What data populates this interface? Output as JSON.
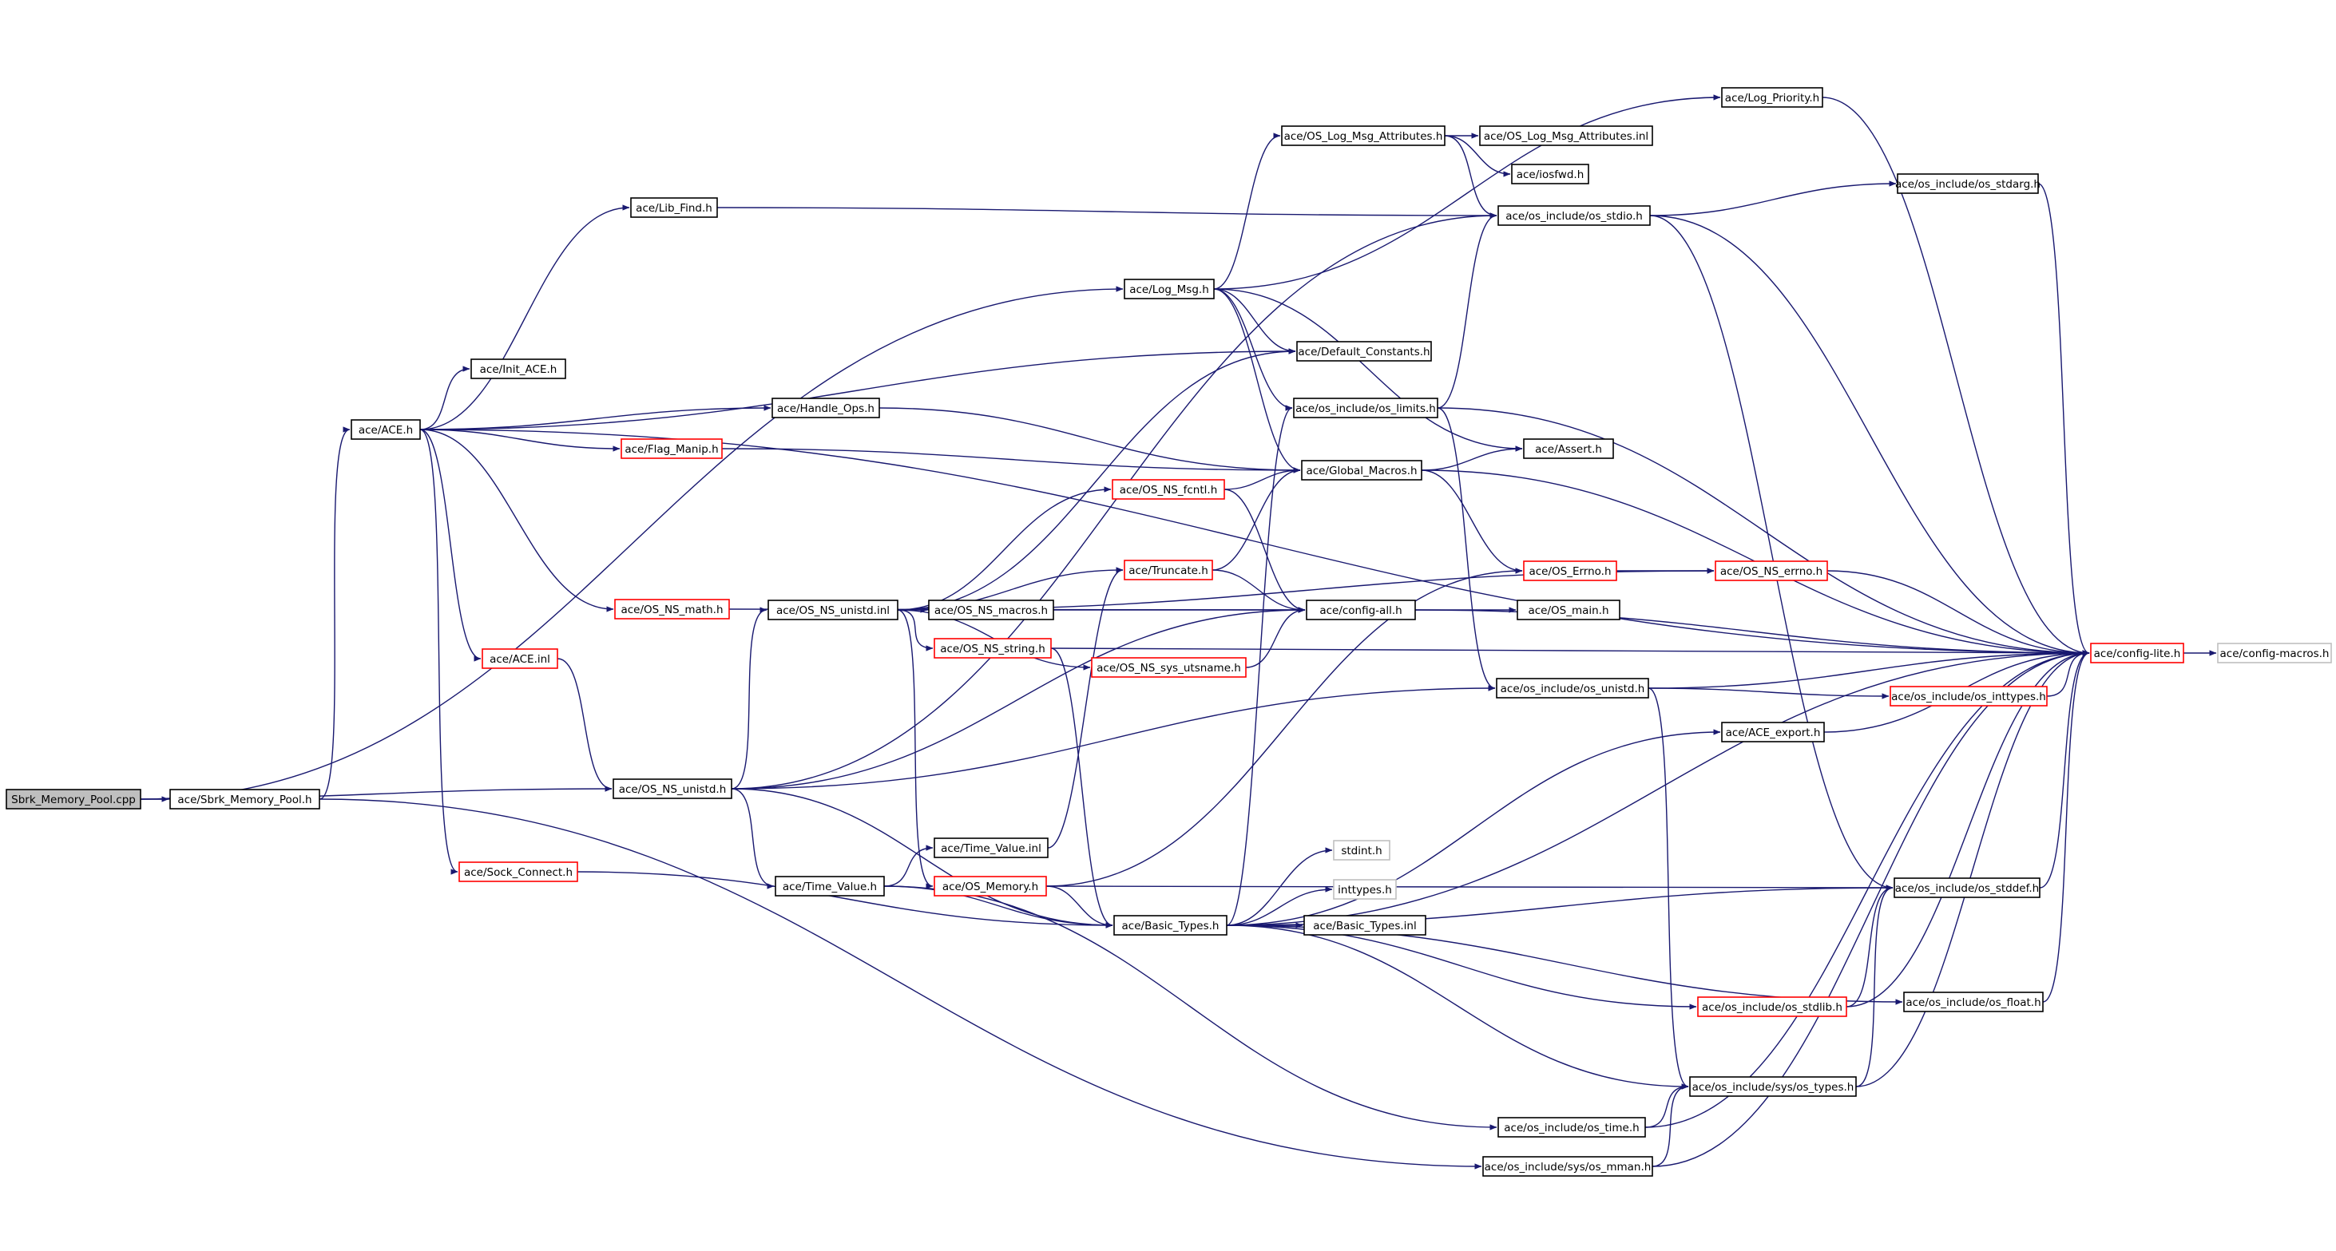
{
  "diagram": {
    "arrow_color": "#191970",
    "nodes": [
      {
        "id": "root",
        "label": "Sbrk_Memory_Pool.cpp",
        "style": "root"
      },
      {
        "id": "sbrk_h",
        "label": "ace/Sbrk_Memory_Pool.h",
        "style": "normal"
      },
      {
        "id": "ace_h",
        "label": "ace/ACE.h",
        "style": "normal"
      },
      {
        "id": "lib_find",
        "label": "ace/Lib_Find.h",
        "style": "normal"
      },
      {
        "id": "init_ace",
        "label": "ace/Init_ACE.h",
        "style": "normal"
      },
      {
        "id": "handle_ops",
        "label": "ace/Handle_Ops.h",
        "style": "normal"
      },
      {
        "id": "flag_manip",
        "label": "ace/Flag_Manip.h",
        "style": "truncated"
      },
      {
        "id": "os_ns_math",
        "label": "ace/OS_NS_math.h",
        "style": "truncated"
      },
      {
        "id": "ace_inl",
        "label": "ace/ACE.inl",
        "style": "truncated"
      },
      {
        "id": "os_ns_unistd_h",
        "label": "ace/OS_NS_unistd.h",
        "style": "normal"
      },
      {
        "id": "sock_connect",
        "label": "ace/Sock_Connect.h",
        "style": "truncated"
      },
      {
        "id": "os_ns_unistd_inl",
        "label": "ace/OS_NS_unistd.inl",
        "style": "normal"
      },
      {
        "id": "time_value_h",
        "label": "ace/Time_Value.h",
        "style": "normal"
      },
      {
        "id": "os_ns_macros",
        "label": "ace/OS_NS_macros.h",
        "style": "normal"
      },
      {
        "id": "os_ns_string",
        "label": "ace/OS_NS_string.h",
        "style": "truncated"
      },
      {
        "id": "time_value_inl",
        "label": "ace/Time_Value.inl",
        "style": "normal"
      },
      {
        "id": "os_memory",
        "label": "ace/OS_Memory.h",
        "style": "truncated"
      },
      {
        "id": "log_msg",
        "label": "ace/Log_Msg.h",
        "style": "normal"
      },
      {
        "id": "os_ns_fcntl",
        "label": "ace/OS_NS_fcntl.h",
        "style": "truncated"
      },
      {
        "id": "truncate",
        "label": "ace/Truncate.h",
        "style": "truncated"
      },
      {
        "id": "os_ns_sys_utsname",
        "label": "ace/OS_NS_sys_utsname.h",
        "style": "truncated"
      },
      {
        "id": "basic_types",
        "label": "ace/Basic_Types.h",
        "style": "normal"
      },
      {
        "id": "os_log_msg_attr_h",
        "label": "ace/OS_Log_Msg_Attributes.h",
        "style": "normal"
      },
      {
        "id": "default_constants",
        "label": "ace/Default_Constants.h",
        "style": "normal"
      },
      {
        "id": "os_limits",
        "label": "ace/os_include/os_limits.h",
        "style": "normal"
      },
      {
        "id": "global_macros",
        "label": "ace/Global_Macros.h",
        "style": "normal"
      },
      {
        "id": "config_all",
        "label": "ace/config-all.h",
        "style": "normal"
      },
      {
        "id": "stdint",
        "label": "stdint.h",
        "style": "external"
      },
      {
        "id": "inttypes",
        "label": "inttypes.h",
        "style": "external"
      },
      {
        "id": "basic_types_inl",
        "label": "ace/Basic_Types.inl",
        "style": "normal"
      },
      {
        "id": "os_log_msg_attr_inl",
        "label": "ace/OS_Log_Msg_Attributes.inl",
        "style": "normal"
      },
      {
        "id": "iosfwd",
        "label": "ace/iosfwd.h",
        "style": "normal"
      },
      {
        "id": "os_stdio",
        "label": "ace/os_include/os_stdio.h",
        "style": "normal"
      },
      {
        "id": "assert",
        "label": "ace/Assert.h",
        "style": "normal"
      },
      {
        "id": "os_errno_cap",
        "label": "ace/OS_Errno.h",
        "style": "truncated"
      },
      {
        "id": "os_main",
        "label": "ace/OS_main.h",
        "style": "normal"
      },
      {
        "id": "os_unistd",
        "label": "ace/os_include/os_unistd.h",
        "style": "normal"
      },
      {
        "id": "ace_export",
        "label": "ace/ACE_export.h",
        "style": "normal"
      },
      {
        "id": "os_stdlib",
        "label": "ace/os_include/os_stdlib.h",
        "style": "truncated"
      },
      {
        "id": "os_types",
        "label": "ace/os_include/sys/os_types.h",
        "style": "normal"
      },
      {
        "id": "os_time",
        "label": "ace/os_include/os_time.h",
        "style": "normal"
      },
      {
        "id": "os_mman",
        "label": "ace/os_include/sys/os_mman.h",
        "style": "normal"
      },
      {
        "id": "log_priority",
        "label": "ace/Log_Priority.h",
        "style": "normal"
      },
      {
        "id": "os_stdarg",
        "label": "ace/os_include/os_stdarg.h",
        "style": "normal"
      },
      {
        "id": "os_ns_errno",
        "label": "ace/OS_NS_errno.h",
        "style": "truncated"
      },
      {
        "id": "os_inttypes",
        "label": "ace/os_include/os_inttypes.h",
        "style": "truncated"
      },
      {
        "id": "os_stddef",
        "label": "ace/os_include/os_stddef.h",
        "style": "normal"
      },
      {
        "id": "os_float",
        "label": "ace/os_include/os_float.h",
        "style": "normal"
      },
      {
        "id": "config_lite",
        "label": "ace/config-lite.h",
        "style": "truncated"
      },
      {
        "id": "config_macros",
        "label": "ace/config-macros.h",
        "style": "external"
      }
    ],
    "edges": [
      [
        "root",
        "sbrk_h"
      ],
      [
        "root",
        "log_msg"
      ],
      [
        "root",
        "os_ns_unistd_h"
      ],
      [
        "sbrk_h",
        "ace_h"
      ],
      [
        "sbrk_h",
        "os_mman"
      ],
      [
        "ace_h",
        "lib_find"
      ],
      [
        "ace_h",
        "init_ace"
      ],
      [
        "ace_h",
        "handle_ops"
      ],
      [
        "ace_h",
        "flag_manip"
      ],
      [
        "ace_h",
        "os_ns_math"
      ],
      [
        "ace_h",
        "ace_inl"
      ],
      [
        "ace_h",
        "sock_connect"
      ],
      [
        "ace_h",
        "default_constants"
      ],
      [
        "ace_h",
        "config_lite"
      ],
      [
        "lib_find",
        "os_stdio"
      ],
      [
        "handle_ops",
        "global_macros"
      ],
      [
        "flag_manip",
        "global_macros"
      ],
      [
        "os_ns_math",
        "config_all"
      ],
      [
        "ace_inl",
        "os_ns_unistd_h"
      ],
      [
        "os_ns_unistd_h",
        "os_ns_unistd_inl"
      ],
      [
        "os_ns_unistd_h",
        "time_value_h"
      ],
      [
        "os_ns_unistd_h",
        "basic_types"
      ],
      [
        "os_ns_unistd_h",
        "config_all"
      ],
      [
        "os_ns_unistd_h",
        "os_unistd"
      ],
      [
        "os_ns_unistd_h",
        "os_stdio"
      ],
      [
        "sock_connect",
        "basic_types"
      ],
      [
        "os_ns_unistd_inl",
        "os_ns_macros"
      ],
      [
        "os_ns_unistd_inl",
        "os_ns_string"
      ],
      [
        "os_ns_unistd_inl",
        "os_memory"
      ],
      [
        "os_ns_unistd_inl",
        "os_ns_fcntl"
      ],
      [
        "os_ns_unistd_inl",
        "truncate"
      ],
      [
        "os_ns_unistd_inl",
        "os_ns_sys_utsname"
      ],
      [
        "os_ns_unistd_inl",
        "default_constants"
      ],
      [
        "os_ns_unistd_inl",
        "os_ns_errno"
      ],
      [
        "time_value_h",
        "time_value_inl"
      ],
      [
        "time_value_h",
        "basic_types"
      ],
      [
        "time_value_h",
        "os_time"
      ],
      [
        "os_ns_macros",
        "config_all"
      ],
      [
        "os_ns_string",
        "basic_types"
      ],
      [
        "os_ns_string",
        "config_lite"
      ],
      [
        "time_value_inl",
        "truncate"
      ],
      [
        "os_memory",
        "basic_types"
      ],
      [
        "os_memory",
        "os_errno_cap"
      ],
      [
        "os_memory",
        "os_stddef"
      ],
      [
        "log_msg",
        "os_log_msg_attr_h"
      ],
      [
        "log_msg",
        "default_constants"
      ],
      [
        "log_msg",
        "os_limits"
      ],
      [
        "log_msg",
        "global_macros"
      ],
      [
        "log_msg",
        "assert"
      ],
      [
        "log_msg",
        "log_priority"
      ],
      [
        "os_ns_fcntl",
        "global_macros"
      ],
      [
        "os_ns_fcntl",
        "config_all"
      ],
      [
        "truncate",
        "config_all"
      ],
      [
        "truncate",
        "global_macros"
      ],
      [
        "os_ns_sys_utsname",
        "config_all"
      ],
      [
        "basic_types",
        "config_lite"
      ],
      [
        "basic_types",
        "stdint"
      ],
      [
        "basic_types",
        "inttypes"
      ],
      [
        "basic_types",
        "basic_types_inl"
      ],
      [
        "basic_types",
        "os_limits"
      ],
      [
        "basic_types",
        "ace_export"
      ],
      [
        "basic_types",
        "os_stdlib"
      ],
      [
        "basic_types",
        "os_types"
      ],
      [
        "basic_types",
        "os_float"
      ],
      [
        "basic_types",
        "os_stddef"
      ],
      [
        "os_log_msg_attr_h",
        "os_log_msg_attr_inl"
      ],
      [
        "os_log_msg_attr_h",
        "iosfwd"
      ],
      [
        "os_log_msg_attr_h",
        "os_stdio"
      ],
      [
        "os_limits",
        "os_stdio"
      ],
      [
        "os_limits",
        "os_unistd"
      ],
      [
        "os_limits",
        "config_lite"
      ],
      [
        "global_macros",
        "assert"
      ],
      [
        "global_macros",
        "os_errno_cap"
      ],
      [
        "global_macros",
        "config_lite"
      ],
      [
        "config_all",
        "os_main"
      ],
      [
        "config_all",
        "config_lite"
      ],
      [
        "os_stdio",
        "os_stdarg"
      ],
      [
        "os_stdio",
        "os_stddef"
      ],
      [
        "os_stdio",
        "config_lite"
      ],
      [
        "os_errno_cap",
        "os_ns_errno"
      ],
      [
        "os_unistd",
        "os_inttypes"
      ],
      [
        "os_unistd",
        "os_types"
      ],
      [
        "os_unistd",
        "config_lite"
      ],
      [
        "ace_export",
        "config_lite"
      ],
      [
        "os_stdlib",
        "os_stddef"
      ],
      [
        "os_stdlib",
        "config_lite"
      ],
      [
        "os_types",
        "os_stddef"
      ],
      [
        "os_types",
        "config_lite"
      ],
      [
        "os_time",
        "os_types"
      ],
      [
        "os_time",
        "config_lite"
      ],
      [
        "os_mman",
        "os_types"
      ],
      [
        "os_mman",
        "config_lite"
      ],
      [
        "log_priority",
        "config_lite"
      ],
      [
        "os_stdarg",
        "config_lite"
      ],
      [
        "os_ns_errno",
        "config_lite"
      ],
      [
        "os_inttypes",
        "config_lite"
      ],
      [
        "os_stddef",
        "config_lite"
      ],
      [
        "os_float",
        "config_lite"
      ],
      [
        "config_lite",
        "config_macros"
      ]
    ]
  }
}
